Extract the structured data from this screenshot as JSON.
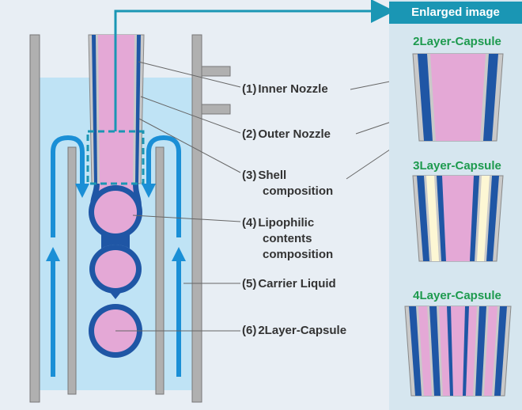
{
  "enlarged": {
    "header": "Enlarged image",
    "captions": [
      "2Layer-Capsule",
      "3Layer-Capsule",
      "4Layer-Capsule"
    ]
  },
  "labels": [
    {
      "num": "(1)",
      "text": "Inner Nozzle",
      "text2": ""
    },
    {
      "num": "(2)",
      "text": "Outer Nozzle",
      "text2": ""
    },
    {
      "num": "(3)",
      "text": "Shell",
      "text2": "composition"
    },
    {
      "num": "(4)",
      "text": "Lipophilic",
      "text2": "contents",
      "text3": "composition"
    },
    {
      "num": "(5)",
      "text": "Carrier Liquid",
      "text2": ""
    },
    {
      "num": "(6)",
      "text": "2Layer-Capsule",
      "text2": ""
    }
  ],
  "colors": {
    "background": "#e8eef4",
    "liquid": "#bfe3f5",
    "wall": "#a9a9a9",
    "shell": "#1f56a5",
    "contents": "#e4a8d6",
    "arrow": "#1a8fd6",
    "accent": "#1a96b4",
    "yellow": "#fdf7d4"
  }
}
